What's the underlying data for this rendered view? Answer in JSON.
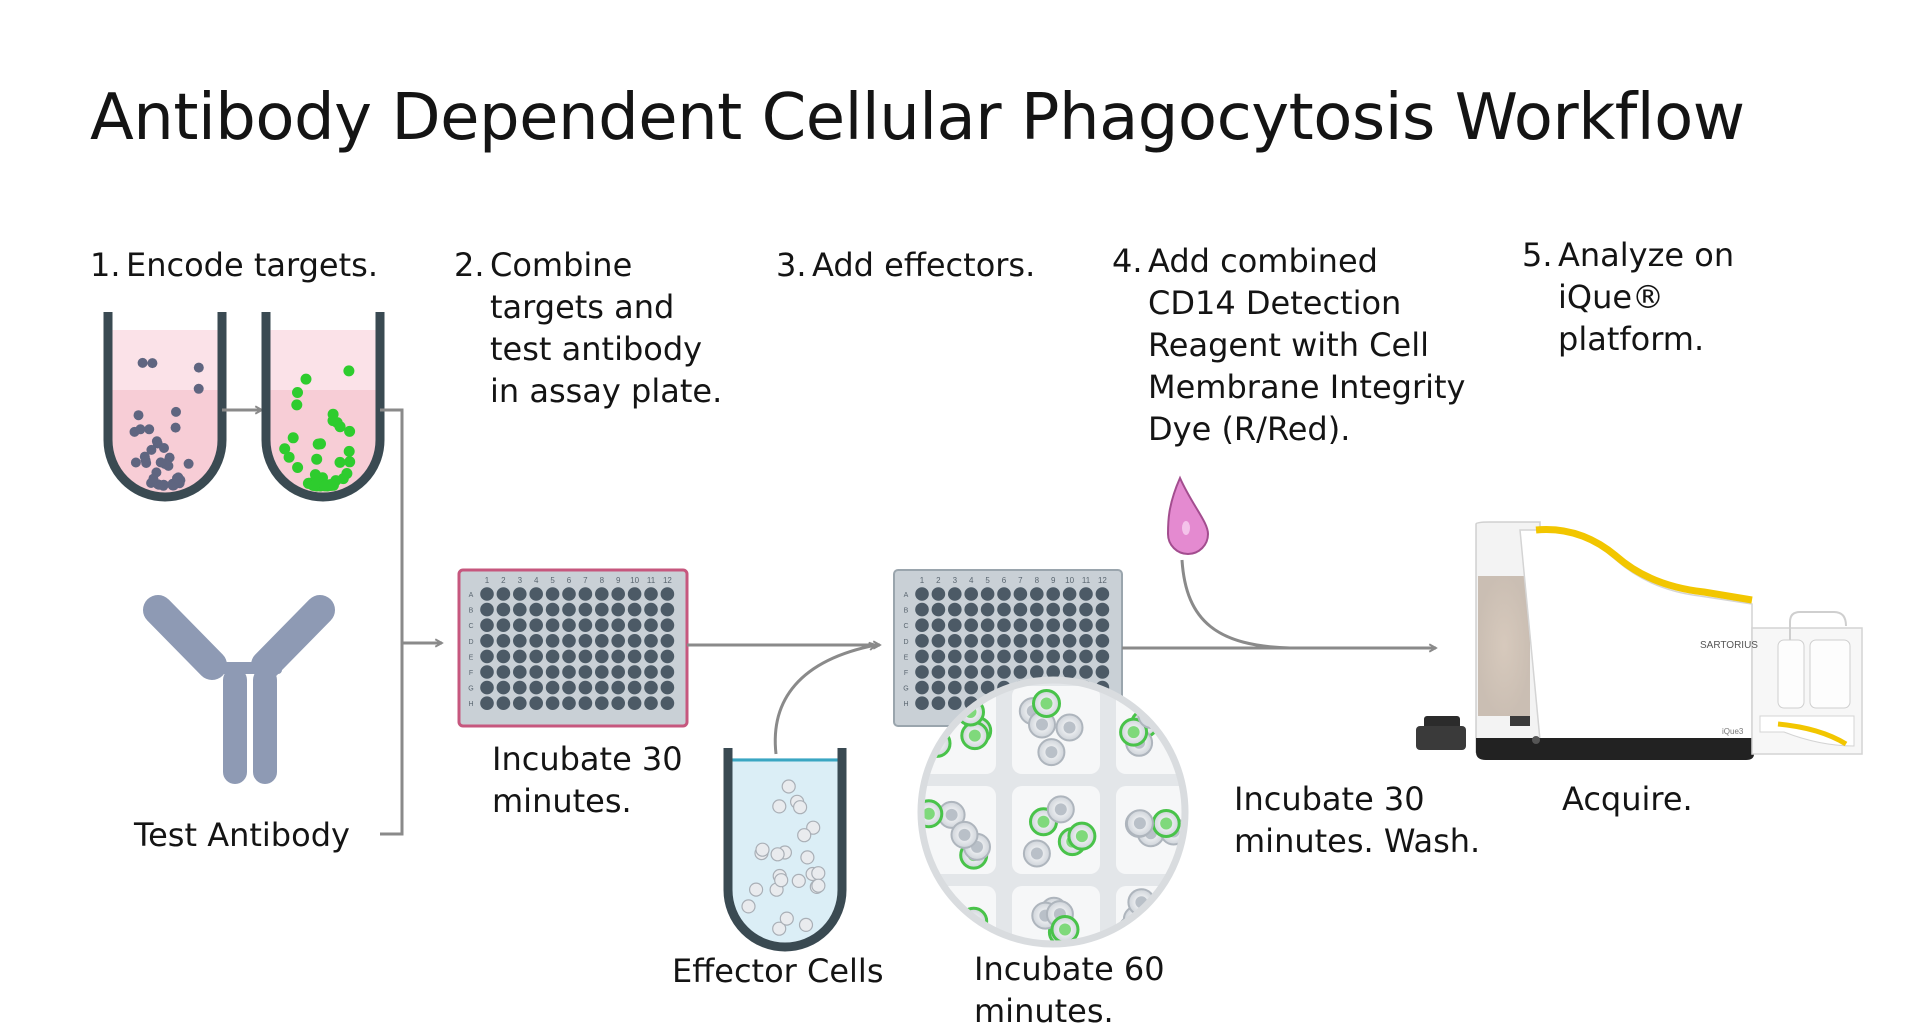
{
  "title": "Antibody Dependent Cellular Phagocytosis Workflow",
  "steps": [
    {
      "num": "1.",
      "text": "Encode targets."
    },
    {
      "num": "2.",
      "text": "Combine\ntargets and\ntest antibody\nin assay plate."
    },
    {
      "num": "3.",
      "text": "Add effectors."
    },
    {
      "num": "4.",
      "text": "Add combined\nCD14 Detection\nReagent with Cell\nMembrane Integrity\nDye (R/Red)."
    },
    {
      "num": "5.",
      "text": "Analyze on\niQue®\nplatform."
    }
  ],
  "labels": {
    "test_antibody": "Test Antibody",
    "effector_cells": "Effector Cells",
    "incubate_30": "Incubate 30\nminutes.",
    "incubate_60": "Incubate 60\nminutes.",
    "incubate_30_wash": "Incubate 30\nminutes. Wash.",
    "acquire": "Acquire."
  },
  "plate": {
    "col_labels": [
      "1",
      "2",
      "3",
      "4",
      "5",
      "6",
      "7",
      "8",
      "9",
      "10",
      "11",
      "12"
    ],
    "row_labels": [
      "A",
      "B",
      "C",
      "D",
      "E",
      "F",
      "G",
      "H"
    ]
  },
  "instrument": {
    "brand": "SARTORIUS",
    "model": "iQue3"
  },
  "colors": {
    "arrow": "#8a8a8a",
    "tube_wall": "#3a4a52",
    "pink_medium": "#f7cdd6",
    "blue_medium": "#dbeef6",
    "target_cell": "#5f6580",
    "green_cell": "#2ecc2e",
    "well": "#4c5a66",
    "plate_bg": "#c9d0d6",
    "plate_border_pink": "#c6577e",
    "antibody": "#8e9ab4",
    "droplet": "#e48ad0",
    "accent_yellow": "#f2c600"
  }
}
